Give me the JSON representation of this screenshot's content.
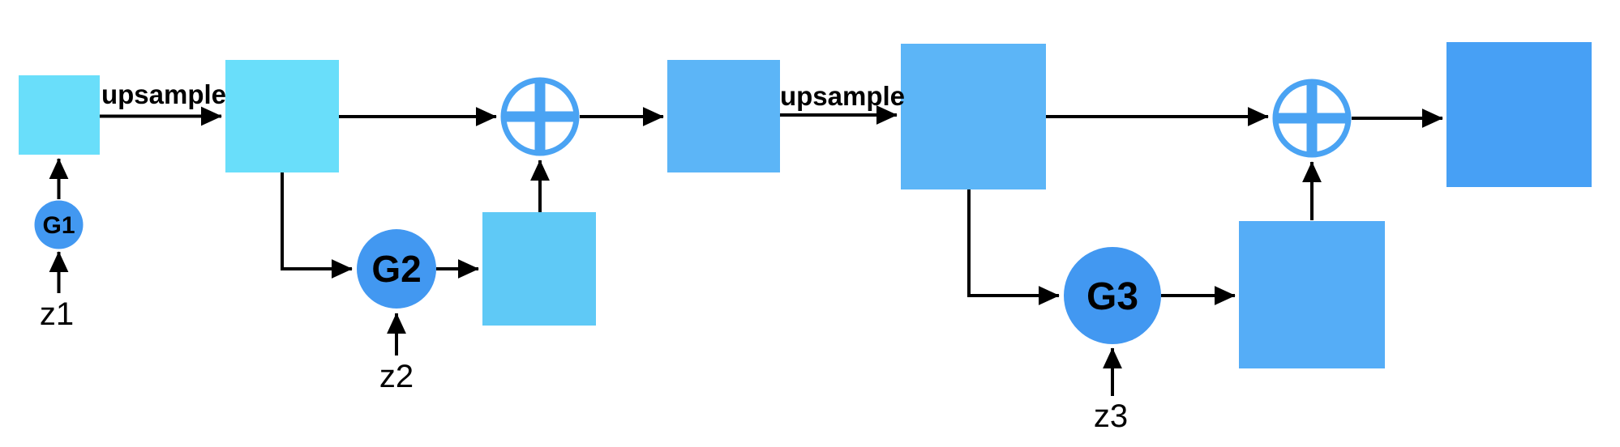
{
  "diagram": {
    "type": "multi-scale-generator-architecture",
    "labels": {
      "upsample_1": "upsample",
      "upsample_2": "upsample",
      "g1": "G1",
      "g2": "G2",
      "g3": "G3",
      "z1": "z1",
      "z2": "z2",
      "z3": "z3"
    },
    "colors": {
      "image_scale_1": "#69DEFA",
      "image_scale_2": "#5FC9F6",
      "image_scale_3": "#5CB5F7",
      "image_scale_4": "#55ADF7",
      "image_scale_5": "#47A0F5",
      "generator_node": "#4298F1",
      "sum_node": "#4AA3F3",
      "arrow": "#000000",
      "background": "#FFFFFF"
    }
  }
}
